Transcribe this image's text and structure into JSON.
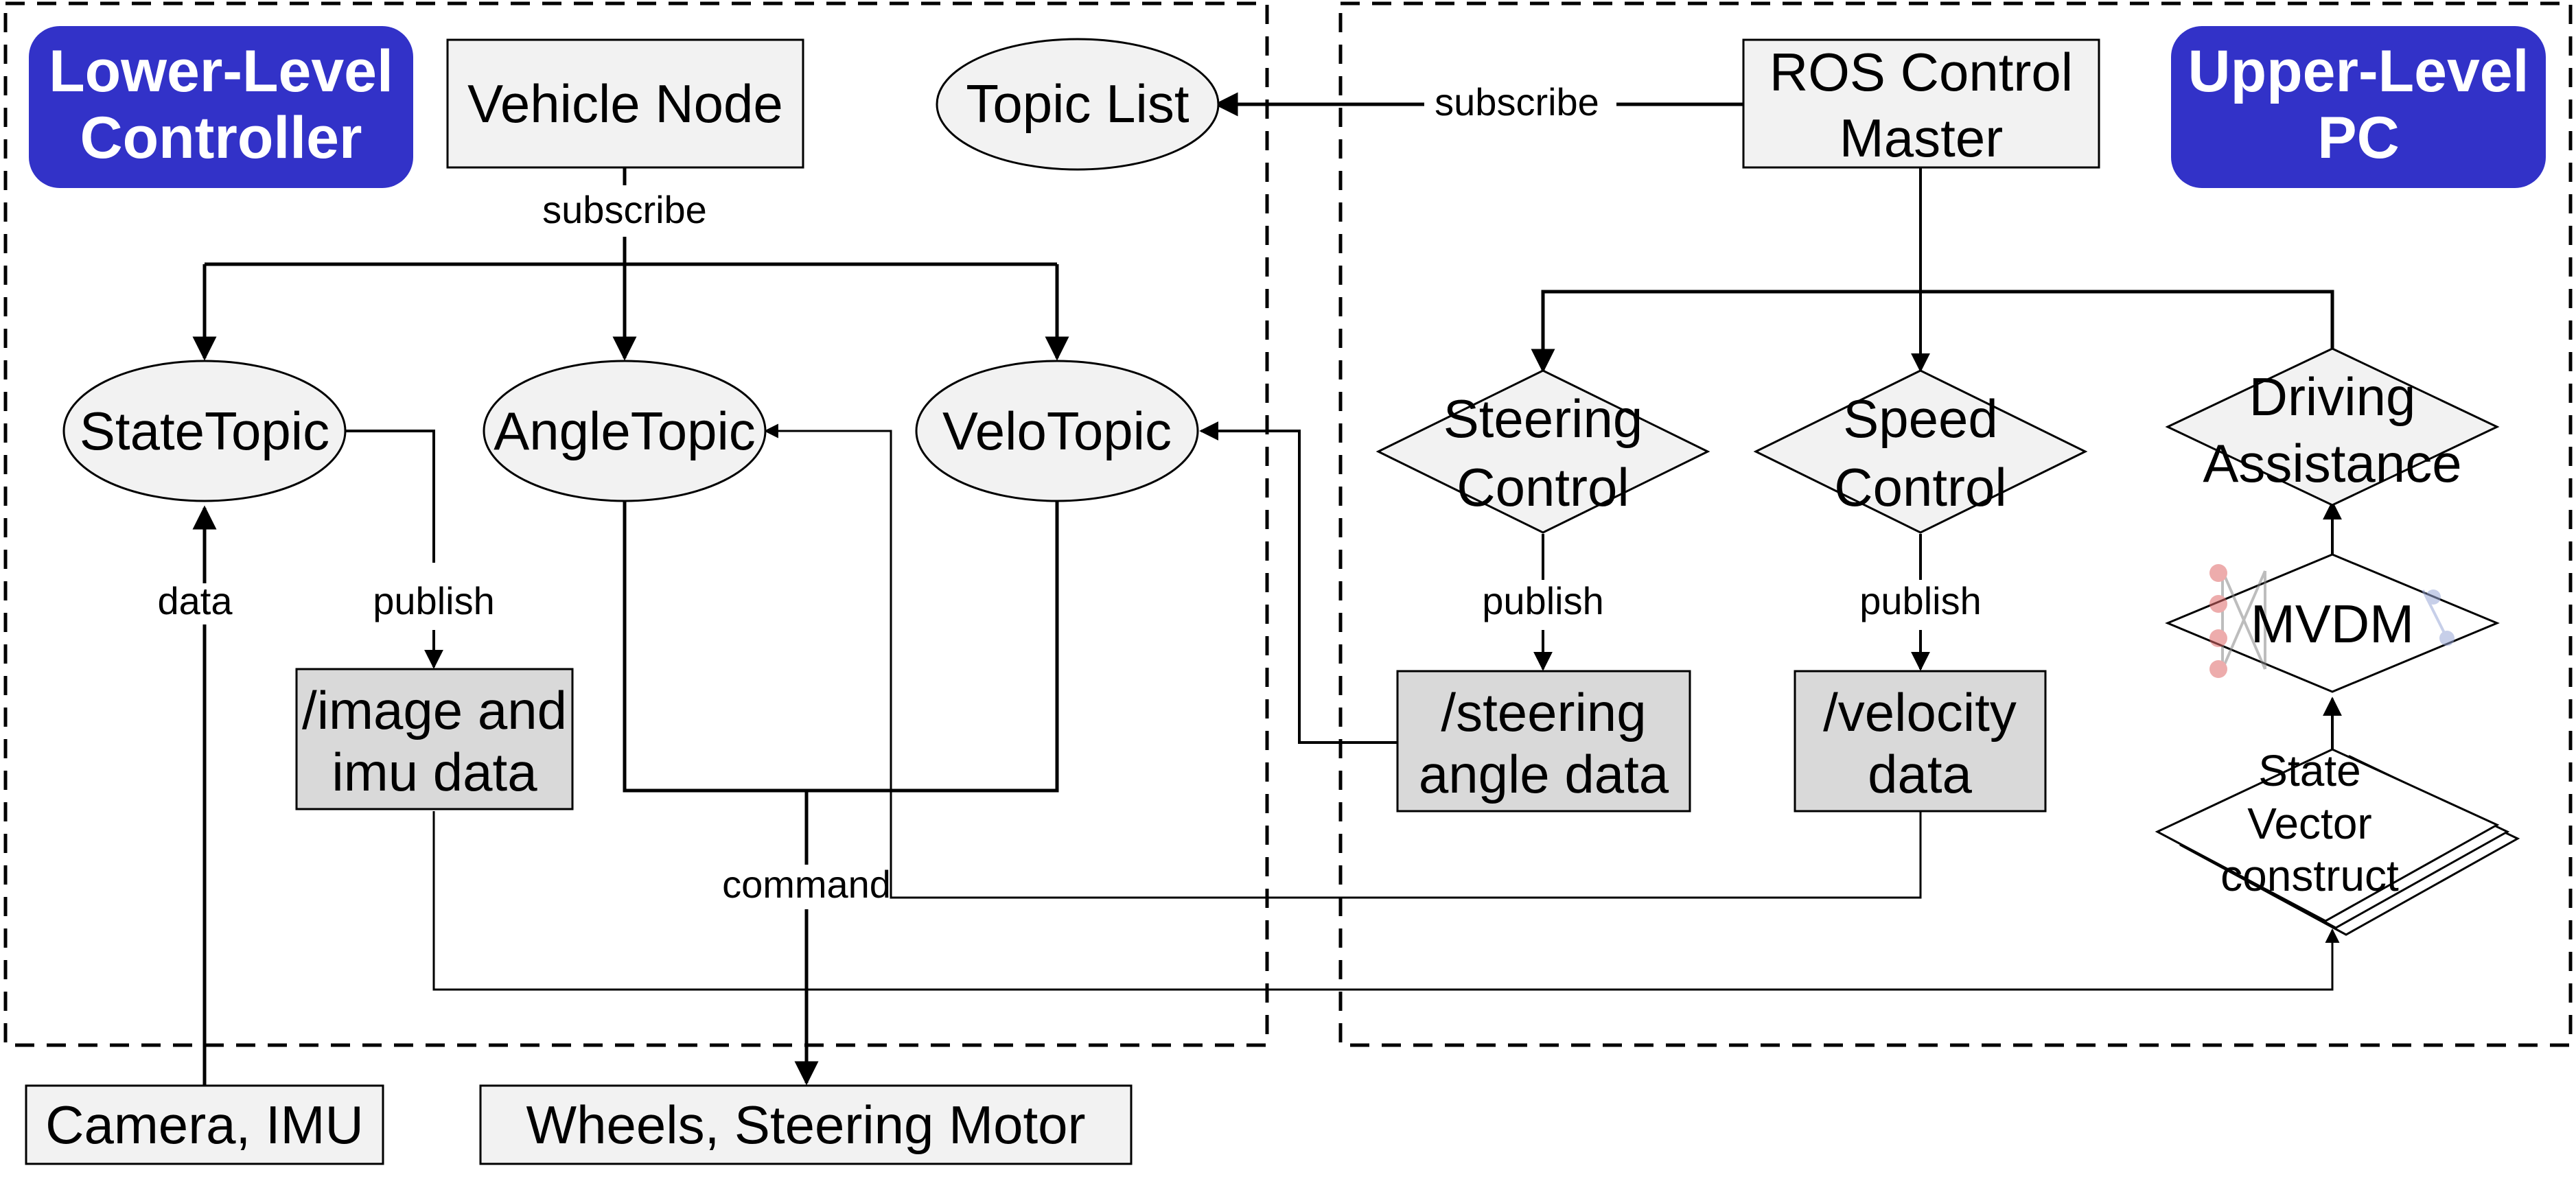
{
  "groups": {
    "lower": {
      "badge_line1": "Lower-Level",
      "badge_line2": "Controller"
    },
    "upper": {
      "badge_line1": "Upper-Level",
      "badge_line2": "PC"
    }
  },
  "nodes": {
    "vehicle_node": "Vehicle Node",
    "topic_list": "Topic List",
    "ros_master_line1": "ROS Control",
    "ros_master_line2": "Master",
    "state_topic": "StateTopic",
    "angle_topic": "AngleTopic",
    "velo_topic": "VeloTopic",
    "steering_control_line1": "Steering",
    "steering_control_line2": "Control",
    "speed_control_line1": "Speed",
    "speed_control_line2": "Control",
    "driving_assist_line1": "Driving",
    "driving_assist_line2": "Assistance",
    "mvdm": "MVDM",
    "state_vector_line1": "State",
    "state_vector_line2": "Vector",
    "state_vector_line3": "construct",
    "image_imu_line1": "/image and",
    "image_imu_line2": "imu data",
    "steering_data_line1": "/steering",
    "steering_data_line2": "angle data",
    "velocity_data_line1": "/velocity",
    "velocity_data_line2": "data",
    "camera_imu": "Camera, IMU",
    "wheels_motor": "Wheels, Steering Motor"
  },
  "edges": {
    "subscribe_top": "subscribe",
    "subscribe_vehicle": "subscribe",
    "data": "data",
    "publish_state": "publish",
    "publish_steering": "publish",
    "publish_speed": "publish",
    "command": "command"
  },
  "colors": {
    "badge": "#3232C8",
    "node_fill": "#F2F2F2",
    "data_fill": "#D9D9D9"
  }
}
